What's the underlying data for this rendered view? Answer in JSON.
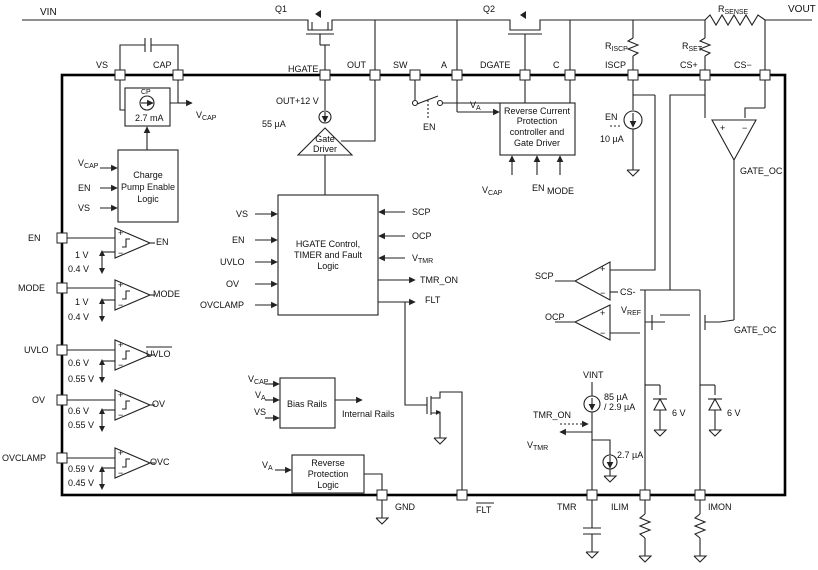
{
  "rails": {
    "vin": "VIN",
    "vout": "VOUT",
    "rsense": "R",
    "rsense_sub": "SENSE",
    "q1": "Q1",
    "q2": "Q2"
  },
  "external": {
    "riscp": "R",
    "riscp_sub": "ISCP",
    "rset": "R",
    "rset_sub": "SET"
  },
  "pins": {
    "vs": "VS",
    "cap": "CAP",
    "hgate": "HGATE",
    "out": "OUT",
    "sw": "SW",
    "a": "A",
    "dgate": "DGATE",
    "c": "C",
    "iscp": "ISCP",
    "csp": "CS+",
    "csm": "CS−",
    "en": "EN",
    "mode": "MODE",
    "uvlo": "UVLO",
    "ov": "OV",
    "ovclamp": "OVCLAMP",
    "gnd": "GND",
    "flt": "FLT",
    "tmr": "TMR",
    "ilim": "ILIM",
    "imon": "IMON"
  },
  "charge_pump": {
    "cp_label": "CP",
    "current": "2.7 mA",
    "vcap_out": "V",
    "vcap_sub": "CAP",
    "block_line1": "Charge",
    "block_line2": "Pump Enable",
    "block_line3": "Logic",
    "in_vcap": "V",
    "in_vcap_sub": "CAP",
    "in_en": "EN",
    "in_vs": "VS"
  },
  "gate_driver": {
    "supply": "OUT+12 V",
    "current": "55 µA",
    "line1": "Gate",
    "line2": "Driver"
  },
  "reverse_ctrl": {
    "line1": "Reverse Current",
    "line2": "Protection",
    "line3": "controller and",
    "line4": "Gate Driver",
    "va": "V",
    "va_sub": "A",
    "in_vcap": "V",
    "in_vcap_sub": "CAP",
    "in_en": "EN",
    "in_mode": "MODE",
    "sw_en": "EN"
  },
  "iscp_source": {
    "en": "EN",
    "current": "10 µA"
  },
  "cs_amp": {
    "label": "GATE_OC"
  },
  "hgate_logic": {
    "line1": "HGATE Control,",
    "line2": "TIMER and Fault",
    "line3": "Logic",
    "in_vs": "VS",
    "in_en": "EN",
    "in_uvlo": "UVLO",
    "in_ov": "OV",
    "in_ovclamp": "OVCLAMP",
    "in_scp": "SCP",
    "in_ocp": "OCP",
    "in_vtmr": "V",
    "in_vtmr_sub": "TMR",
    "out_tmr_on": "TMR_ON",
    "out_flt": "FLT"
  },
  "comparators": [
    {
      "pin": "EN",
      "ref_high": "1 V",
      "ref_low": "0.4 V",
      "out": "EN"
    },
    {
      "pin": "MODE",
      "ref_high": "1 V",
      "ref_low": "0.4 V",
      "out": "MODE"
    },
    {
      "pin": "UVLO",
      "ref_high": "0.6 V",
      "ref_low": "0.55 V",
      "out": "UVLO"
    },
    {
      "pin": "OV",
      "ref_high": "0.6 V",
      "ref_low": "0.55 V",
      "out": "OV"
    },
    {
      "pin": "OVCLAMP",
      "ref_high": "0.59 V",
      "ref_low": "0.45 V",
      "out": "OVC"
    }
  ],
  "scp_comp": {
    "out": "SCP",
    "in": "CS-"
  },
  "ocp_comp": {
    "out": "OCP",
    "ref": "V",
    "ref_sub": "REF"
  },
  "mirror": {
    "gate_oc": "GATE_OC",
    "zener1": "6 V",
    "zener2": "6 V"
  },
  "bias": {
    "in_vcap": "V",
    "in_vcap_sub": "CAP",
    "in_va": "V",
    "in_va_sub": "A",
    "in_vs": "VS",
    "label": "Bias Rails",
    "out": "Internal Rails"
  },
  "rev_logic": {
    "in_va": "V",
    "in_va_sub": "A",
    "line1": "Reverse",
    "line2": "Protection",
    "line3": "Logic"
  },
  "timer": {
    "vint": "VINT",
    "current_up": "85 µA",
    "current_up2": "/ 2.9 µA",
    "tmr_on": "TMR_ON",
    "vtmr": "V",
    "vtmr_sub": "TMR",
    "current_down": "2.7 µA"
  }
}
